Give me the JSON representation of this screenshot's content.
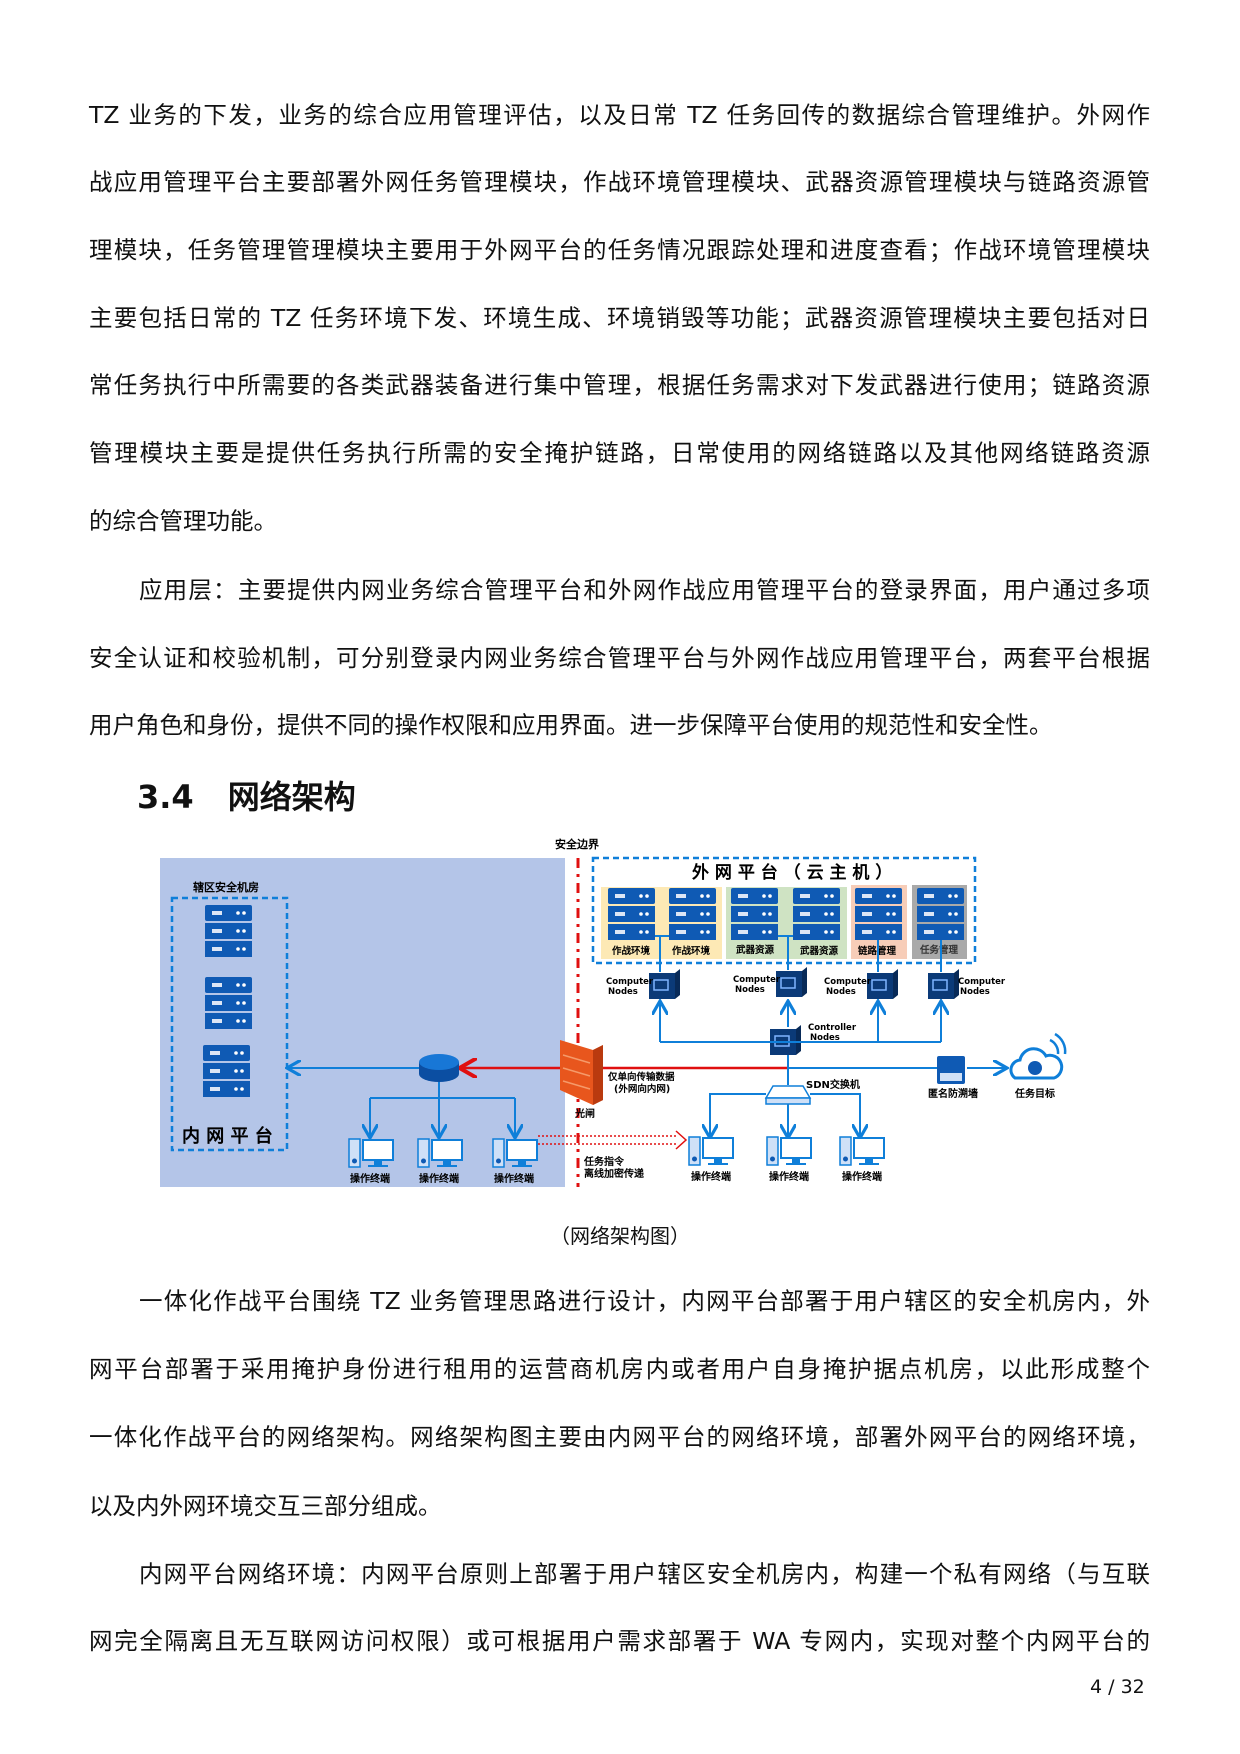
{
  "para1": [
    "TZ 业务的下发，业务的综合应用管理评估，以及日常 TZ 任务回传的数据综合管理维护。外网作",
    "战应用管理平台主要部署外网任务管理模块，作战环境管理模块、武器资源管理模块与链路资源管",
    "理模块，任务管理管理模块主要用于外网平台的任务情况跟踪处理和进度查看；作战环境管理模块",
    "主要包括日常的 TZ 任务环境下发、环境生成、环境销毁等功能；武器资源管理模块主要包括对日",
    "常任务执行中所需要的各类武器装备进行集中管理，根据任务需求对下发武器进行使用；链路资源",
    "管理模块主要是提供任务执行所需的安全掩护链路，日常使用的网络链路以及其他网络链路资源",
    "的综合管理功能。"
  ],
  "para2": [
    "应用层：主要提供内网业务综合管理平台和外网作战应用管理平台的登录界面，用户通过多项",
    "安全认证和校验机制，可分别登录内网业务综合管理平台与外网作战应用管理平台，两套平台根据",
    "用户角色和身份，提供不同的操作权限和应用界面。进一步保障平台使用的规范性和安全性。"
  ],
  "heading": {
    "number": "3.4",
    "title": "网络架构"
  },
  "diagram": {
    "security_boundary": "安全边界",
    "inner_room": "辖区安全机房",
    "inner_platform": "内 网 平 台",
    "outer_platform": "外 网 平 台 （ 云 主 机 ）",
    "server_groups": [
      "作战环境",
      "作战环境",
      "武器资源",
      "武器资源",
      "链路管理",
      "任务管理"
    ],
    "computer_nodes": "Computer",
    "nodes": "Nodes",
    "controller": "Controller",
    "sdn_switch": "SDN交换机",
    "one_way_1": "仅单向传输数据",
    "one_way_2": "(外网向内网)",
    "gatekeeper": "光闸",
    "task_cmd_1": "任务指令",
    "task_cmd_2": "离线加密传递",
    "terminal": "操作终端",
    "anon_wall": "匿名防溯墙",
    "task_target": "任务目标",
    "colors": {
      "inner_bg": "#b4c5e8",
      "blue": "#0f5ab4",
      "red": "#e01010",
      "yellow": "#fde9b5",
      "green": "#cfe3c3",
      "pink": "#f7cdb8",
      "gray": "#a9a9a9"
    }
  },
  "caption": "（网络架构图）",
  "para3": [
    "一体化作战平台围绕 TZ 业务管理思路进行设计，内网平台部署于用户辖区的安全机房内，外",
    "网平台部署于采用掩护身份进行租用的运营商机房内或者用户自身掩护据点机房，以此形成整个",
    "一体化作战平台的网络架构。网络架构图主要由内网平台的网络环境，部署外网平台的网络环境，",
    "以及内外网环境交互三部分组成。"
  ],
  "para4": [
    "内网平台网络环境：内网平台原则上部署于用户辖区安全机房内，构建一个私有网络（与互联",
    "网完全隔离且无互联网访问权限）或可根据用户需求部署于 WA 专网内，实现对整个内网平台的"
  ],
  "page_number": "4 / 32"
}
